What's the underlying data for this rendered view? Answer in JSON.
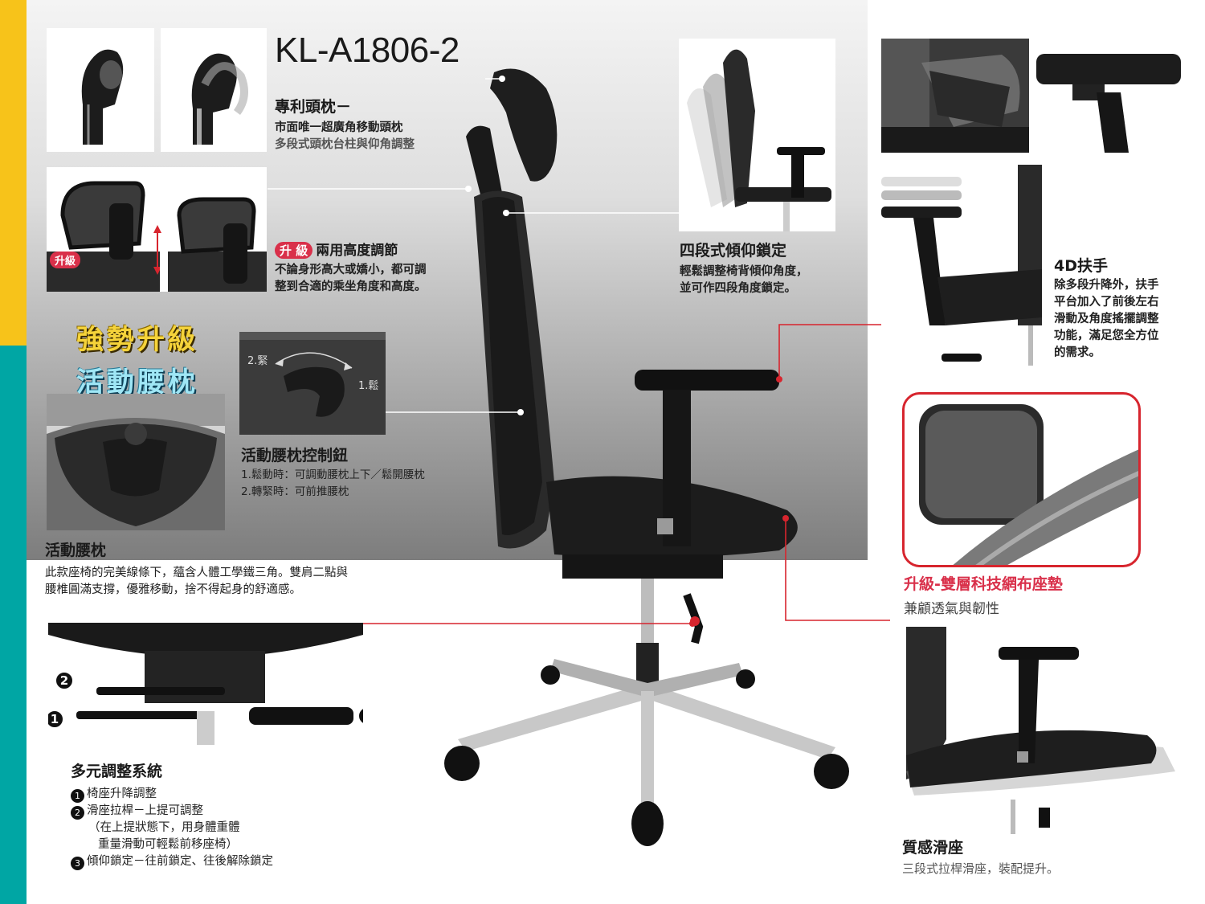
{
  "model": "KL-A1806-2",
  "headrest": {
    "title": "專利頭枕－",
    "line1": "市面唯一超廣角移動頭枕",
    "line2": "多段式頭枕台柱與仰角調整"
  },
  "height": {
    "badge": "升 級",
    "title": "兩用高度調節",
    "line1": "不論身形高大或嬌小，都可調",
    "line2": "整到合適的乘坐角度和高度。",
    "photo_tag": "升級"
  },
  "promo": {
    "line1": "強勢升級",
    "line2": "活動腰枕"
  },
  "lumbar_knob": {
    "title": "活動腰枕控制鈕",
    "line1": "1.鬆動時：可調動腰枕上下／鬆開腰枕",
    "line2": "2.轉緊時：可前推腰枕",
    "tight": "2.緊",
    "loose": "1.鬆"
  },
  "lumbar": {
    "title": "活動腰枕",
    "line1": "此款座椅的完美線條下，蘊含人體工學鐵三角。雙肩二點與",
    "line2": "腰椎圓滿支撐，優雅移動，捨不得起身的舒適感。"
  },
  "tilt": {
    "title": "四段式傾仰鎖定",
    "line1": "輕鬆調整椅背傾仰角度，",
    "line2": "並可作四段角度鎖定。"
  },
  "armrest": {
    "title": "4D扶手",
    "line1": "除多段升降外，扶手",
    "line2": "平台加入了前後左右",
    "line3": "滑動及角度搖擺調整",
    "line4": "功能，滿足您全方位",
    "line5": "的需求。"
  },
  "cushion": {
    "title": "升級-雙層科技網布座墊",
    "sub": "兼顧透氣與韌性"
  },
  "multi": {
    "title": "多元調整系統",
    "item1": "椅座升降調整",
    "item2": "滑座拉桿－上提可調整",
    "item2a": "（在上提狀態下，用身體重體",
    "item2b": "重量滑動可輕鬆前移座椅）",
    "item3": "傾仰鎖定－往前鎖定、往後解除鎖定",
    "n1": "1",
    "n2": "2",
    "n3": "3"
  },
  "slide": {
    "title": "質感滑座",
    "sub": "三段式拉桿滑座，裝配提升。"
  },
  "colors": {
    "yellow": "#f7c31a",
    "teal": "#00a6a4",
    "accent_red": "#d7252e",
    "pink_title": "#d9304a"
  }
}
